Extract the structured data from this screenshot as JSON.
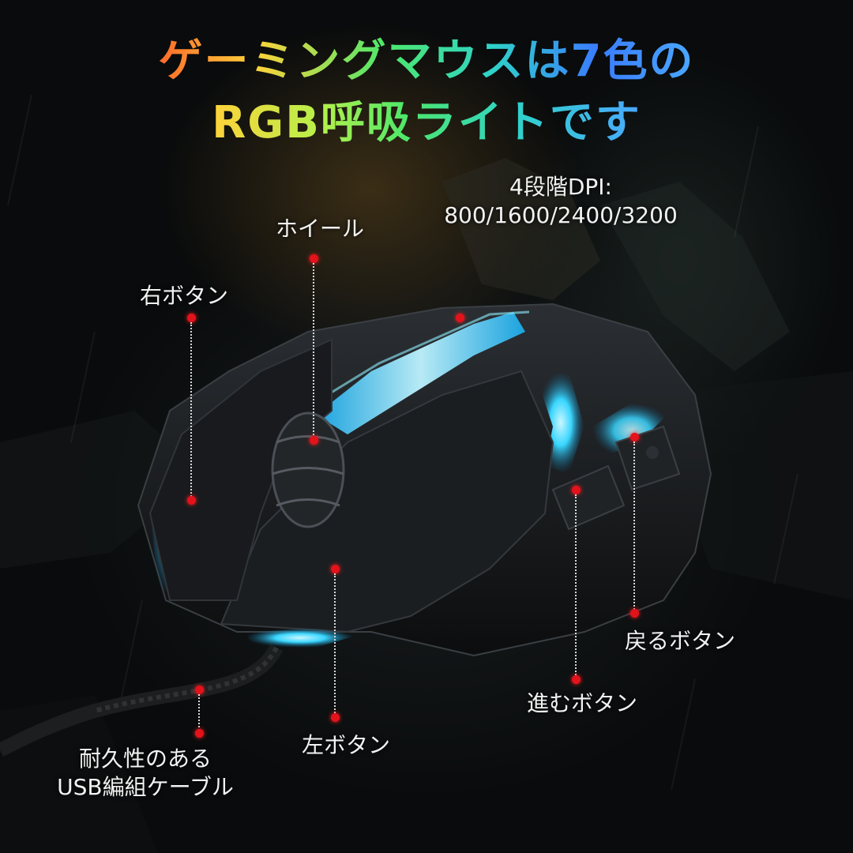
{
  "headline": {
    "line1": "ゲーミングマウスは7色の",
    "line2": "RGB呼吸ライトです"
  },
  "dpi": {
    "line1": "4段階DPI:",
    "line2": "800/1600/2400/3200"
  },
  "callouts": {
    "wheel": "ホイール",
    "right_button": "右ボタン",
    "back_button": "戻るボタン",
    "forward_button": "進むボタン",
    "left_button": "左ボタン",
    "cable_line1": "耐久性のある",
    "cable_line2": "USB編組ケーブル"
  },
  "colors": {
    "led_glow": "#39d6ff",
    "callout_dot": "#e3121b",
    "mouse_body": "#141618"
  }
}
